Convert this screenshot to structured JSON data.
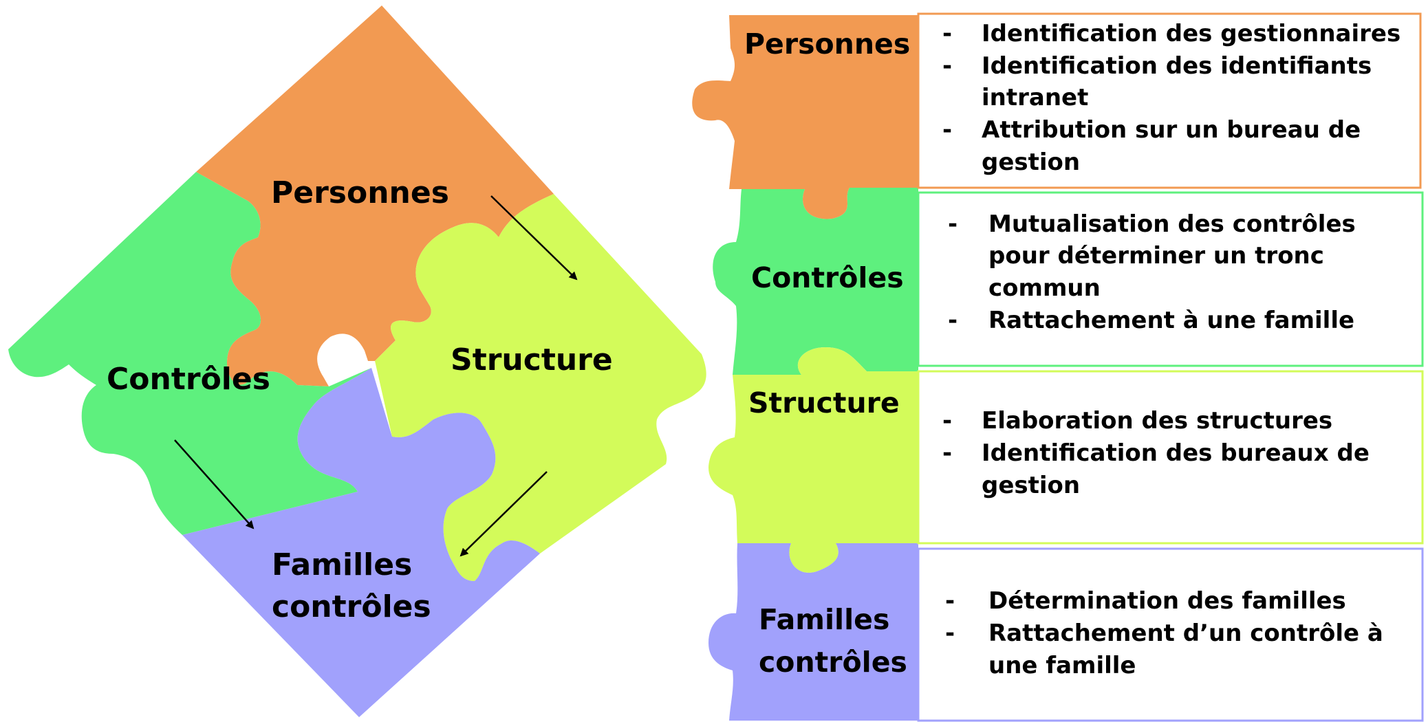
{
  "colors": {
    "personnes": "#f29a52",
    "controles": "#5ef07e",
    "structure": "#d3fb5a",
    "familles": "#a1a1fc"
  },
  "puzzle": {
    "personnes": "Personnes",
    "controles": "Contrôles",
    "structure": "Structure",
    "familles_line1": "Familles",
    "familles_line2": "contrôles"
  },
  "rows": [
    {
      "label": "Personnes",
      "items": [
        {
          "marker": "-",
          "lines": [
            "Identification des gestionnaires"
          ]
        },
        {
          "marker": "-",
          "lines": [
            "Identification des identifiants",
            "intranet"
          ]
        },
        {
          "marker": "-",
          "lines": [
            "Attribution sur un bureau de",
            "gestion"
          ]
        }
      ]
    },
    {
      "label": "Contrôles",
      "items": [
        {
          "marker": "-",
          "lines": [
            "Mutualisation des contrôles",
            "pour déterminer un tronc",
            "commun"
          ]
        },
        {
          "marker": "-",
          "lines": [
            "Rattachement à une famille"
          ]
        }
      ]
    },
    {
      "label": "Structure",
      "items": [
        {
          "marker": "-",
          "lines": [
            "Elaboration des structures"
          ]
        },
        {
          "marker": "-",
          "lines": [
            "Identification des bureaux de",
            "gestion"
          ]
        }
      ]
    },
    {
      "label_lines": [
        "Familles",
        "contrôles"
      ],
      "items": [
        {
          "marker": "-",
          "lines": [
            "Détermination des familles"
          ]
        },
        {
          "marker": "-",
          "lines": [
            "Rattachement d’un contrôle à",
            "une famille"
          ]
        }
      ]
    }
  ]
}
